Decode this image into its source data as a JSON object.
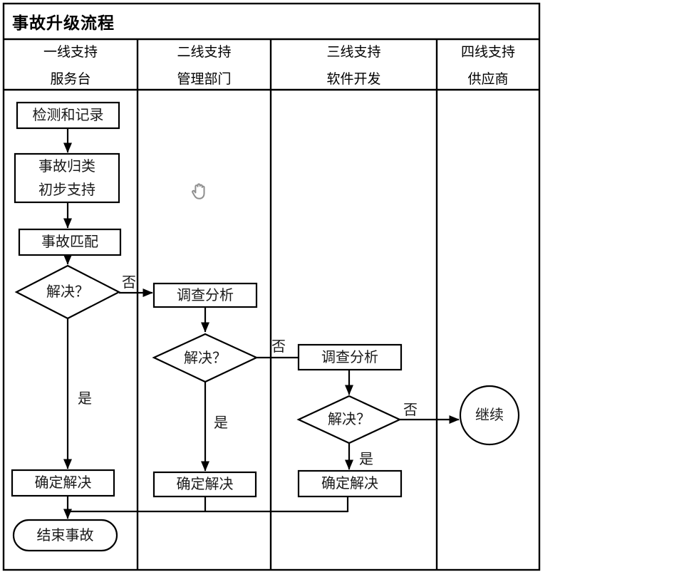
{
  "title": "事故升级流程",
  "lanes": [
    {
      "role": "一线支持",
      "dept": "服务台"
    },
    {
      "role": "二线支持",
      "dept": "管理部门"
    },
    {
      "role": "三线支持",
      "dept": "软件开发"
    },
    {
      "role": "四线支持",
      "dept": "供应商"
    }
  ],
  "nodes": {
    "detect_record": {
      "label": "检测和记录",
      "type": "process"
    },
    "classify": {
      "label_line1": "事故归类",
      "label_line2": "初步支持",
      "type": "process"
    },
    "match": {
      "label": "事故匹配",
      "type": "process"
    },
    "decision1": {
      "label": "解决？",
      "type": "decision"
    },
    "investigate2": {
      "label": "调查分析",
      "type": "process"
    },
    "decision2": {
      "label": "解决？",
      "type": "decision"
    },
    "investigate3": {
      "label": "调查分析",
      "type": "process"
    },
    "decision3": {
      "label": "解决？",
      "type": "decision"
    },
    "continue": {
      "label": "继续",
      "type": "circle"
    },
    "confirm1": {
      "label": "确定解决",
      "type": "process"
    },
    "confirm2": {
      "label": "确定解决",
      "type": "process"
    },
    "confirm3": {
      "label": "确定解决",
      "type": "process"
    },
    "end": {
      "label": "结束事故",
      "type": "terminator"
    }
  },
  "edge_labels": {
    "decision1_no": "否",
    "decision1_yes": "是",
    "decision2_no": "否",
    "decision2_yes": "是",
    "decision3_no": "否",
    "decision3_yes": "是"
  },
  "icons": {
    "hand_cursor": "grab-hand-cursor"
  },
  "colors": {
    "line": "#000000",
    "shape_fill": "#ffffff",
    "background": "#ffffff",
    "cursor_gray": "#8f8f8f"
  }
}
